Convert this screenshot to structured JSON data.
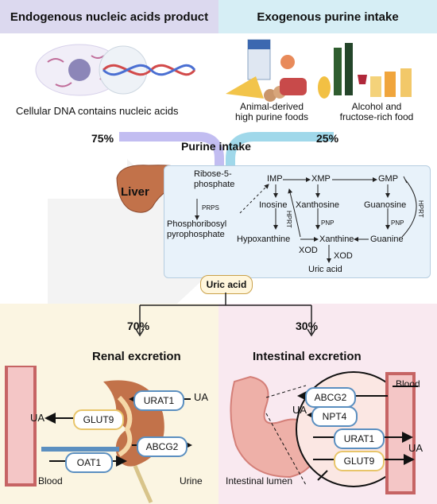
{
  "header": {
    "left_title": "Endogenous nucleic acids product",
    "right_title": "Exogenous purine intake"
  },
  "sources": {
    "cellular": "Cellular DNA contains nucleic acids",
    "animal": "Animal-derived\nhigh purine foods",
    "alcohol": "Alcohol and\nfructose-rich food"
  },
  "intake": {
    "left_pct": "75%",
    "right_pct": "25%",
    "label": "Purine intake"
  },
  "liver": {
    "label": "Liver",
    "ribose": "Ribose-5-\nphosphate",
    "prps": "PRPS",
    "prpp": "Phosphoribosyl\npyrophosphate",
    "imp": "IMP",
    "xmp": "XMP",
    "gmp": "GMP",
    "inosine": "Inosine",
    "xanthosine": "Xanthosine",
    "guanosine": "Guanosine",
    "hypoxanthine": "Hypoxanthine",
    "xanthine": "Xanthine",
    "guanine": "Guanine",
    "uric_acid": "Uric acid",
    "hprt_left": "HPRT",
    "hprt_right": "HPRT",
    "pnp_mid": "PNP",
    "pnp_right": "PNP",
    "xod_left": "XOD",
    "xod_down": "XOD"
  },
  "uric_box": "Uric acid",
  "split": {
    "left_pct": "70%",
    "right_pct": "30%"
  },
  "renal": {
    "title": "Renal excretion",
    "urat1": "URAT1",
    "ua_right": "UA",
    "glut9": "GLUT9",
    "ua_left": "UA",
    "abcg2": "ABCG2",
    "oat1": "OAT1",
    "blood": "Blood",
    "urine": "Urine"
  },
  "intestinal": {
    "title": "Intestinal excretion",
    "blood": "Blood",
    "abcg2": "ABCG2",
    "ua_left": "UA",
    "npt4": "NPT4",
    "urat1": "URAT1",
    "glut9": "GLUT9",
    "ua_right": "UA",
    "lumen": "Intestinal lumen"
  },
  "colors": {
    "left_banner": "#dcd9ef",
    "right_banner": "#d6eef5",
    "liver_panel": "#e8f2fa",
    "renal_panel": "#fbf5e2",
    "intestinal_panel": "#f9e9f0",
    "liver": "#c2724a",
    "pill_blue": "#5b8fc0",
    "pill_yellow": "#e8c56a",
    "purple_band": "#b7b2ee",
    "blue_band": "#8fd1e6"
  }
}
